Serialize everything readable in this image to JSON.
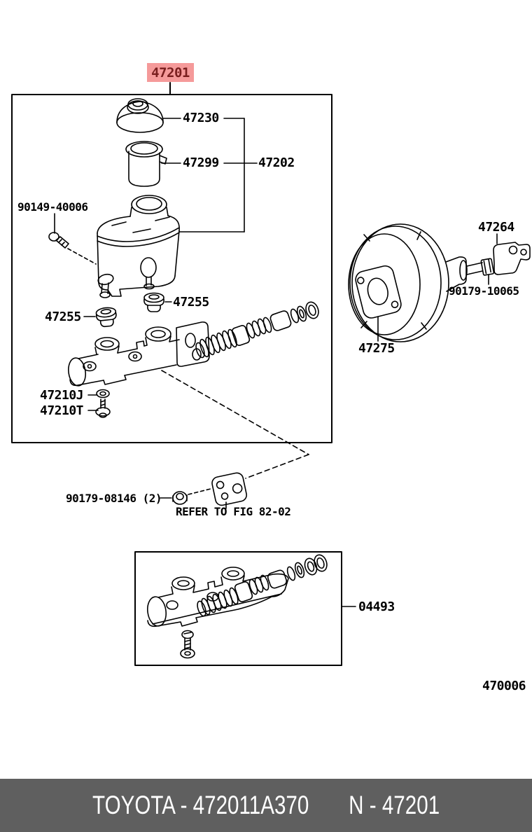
{
  "figure": {
    "code": "470006",
    "note": "REFER TO FIG 82-02",
    "colors": {
      "highlight_bg": "#f59a9a",
      "highlight_text": "#7a1f1f",
      "line": "#000000",
      "footer_bg": "#5f5f5f",
      "footer_text": "#ffffff"
    },
    "parts": {
      "master_cylinder_assy": "47201",
      "reservoir_cap": "47230",
      "reservoir_filter": "47299",
      "reservoir_sub_assy": "47202",
      "reservoir_set_bolt": "90149-40006",
      "grommet_upper": "47255",
      "grommet_lower": "47255",
      "washer": "47210J",
      "bolt": "47210T",
      "booster_clevis": "47264",
      "clevis_lock_nut": "90179-10065",
      "booster_gasket": "47275",
      "mounting_nut": "90179-08146 (2)",
      "repair_kit": "04493"
    },
    "footer": {
      "brand_code": "TOYOTA - 472011A370",
      "number_code": "N - 47201"
    }
  }
}
